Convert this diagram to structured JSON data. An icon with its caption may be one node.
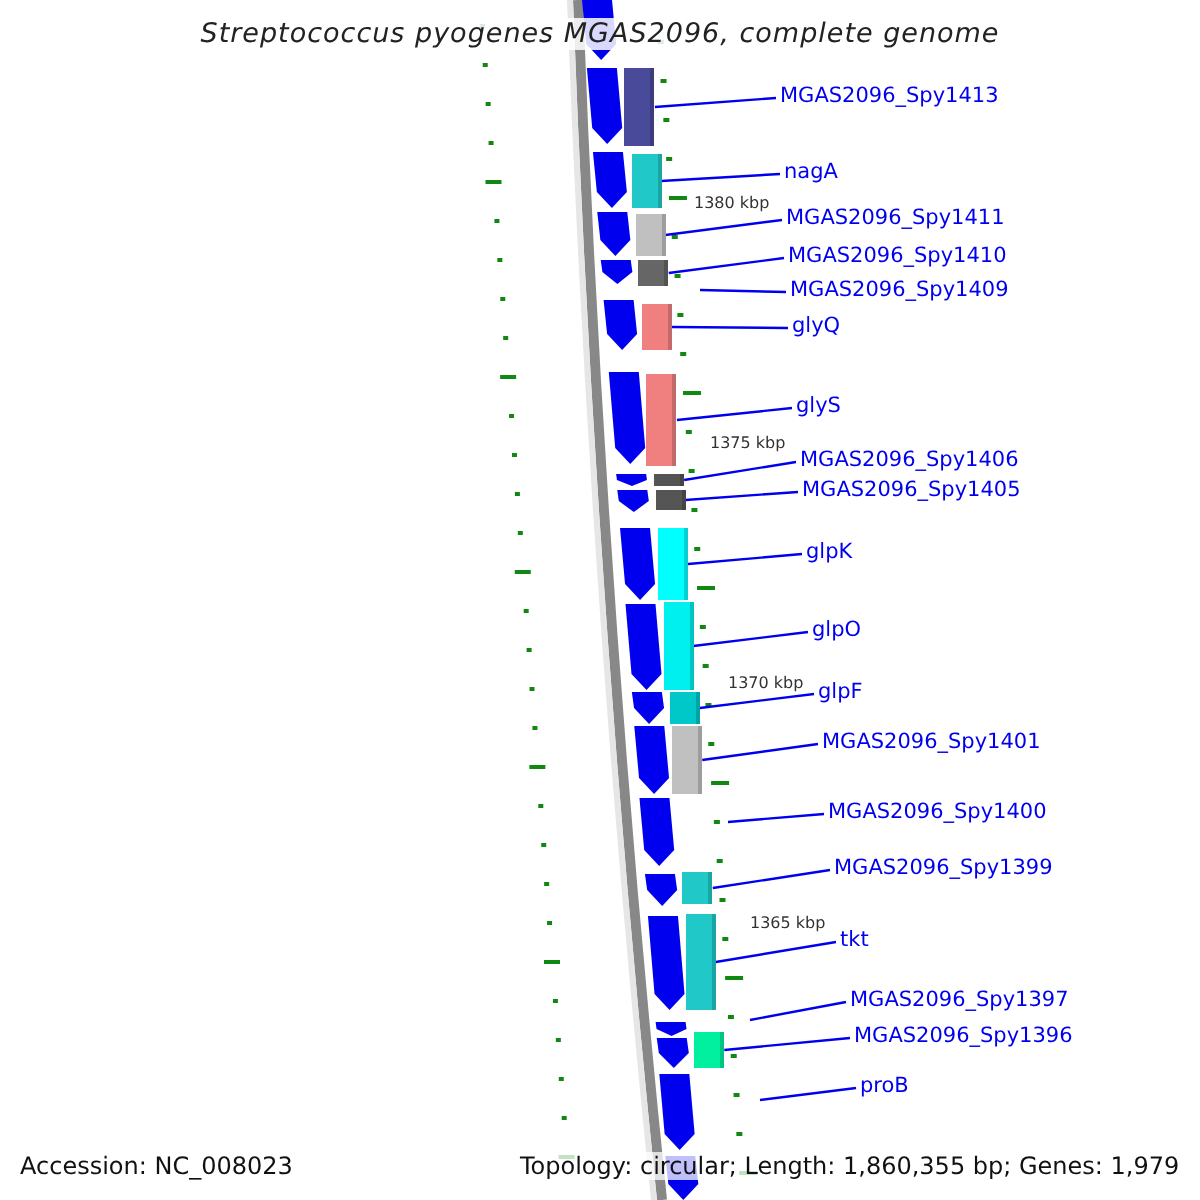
{
  "diagram": {
    "title": "Streptococcus pyogenes MGAS2096, complete genome",
    "nodes": [
      {
        "text": [
          "MGAS2096_Spy1413"
        ]
      },
      {
        "text": [],
        "shape": "bar"
      },
      {
        "text": [
          "nagA"
        ]
      },
      {
        "text": [],
        "shape": "bar"
      },
      {
        "text": [
          "MGAS2096_Spy1411"
        ]
      },
      {
        "text": [],
        "shape": "bar"
      },
      {
        "text": [
          "MGAS2096_Spy1410"
        ]
      },
      {
        "text": [],
        "shape": "bar"
      },
      {
        "text": [
          "MGAS2096_Spy1409"
        ]
      },
      {
        "text": [
          "glyQ"
        ]
      },
      {
        "text": [],
        "shape": "bar"
      },
      {
        "text": [
          "glyS"
        ]
      },
      {
        "text": [],
        "shape": "bar"
      },
      {
        "text": [
          "MGAS2096_Spy1406"
        ]
      },
      {
        "text": [],
        "shape": "bar"
      },
      {
        "text": [
          "MGAS2096_Spy1405"
        ]
      },
      {
        "text": [],
        "shape": "bar"
      },
      {
        "text": [
          "glpK"
        ]
      },
      {
        "text": [],
        "shape": "bar"
      },
      {
        "text": [
          "glpO"
        ]
      },
      {
        "text": [],
        "shape": "bar"
      },
      {
        "text": [
          "glpF"
        ]
      },
      {
        "text": [],
        "shape": "bar"
      },
      {
        "text": [
          "MGAS2096_Spy1401"
        ]
      },
      {
        "text": [],
        "shape": "bar"
      },
      {
        "text": [
          "MGAS2096_Spy1400"
        ]
      },
      {
        "text": [
          "MGAS2096_Spy1399"
        ]
      },
      {
        "text": [],
        "shape": "bar"
      },
      {
        "text": [
          "tkt"
        ]
      },
      {
        "text": [],
        "shape": "bar"
      },
      {
        "text": [
          "MGAS2096_Spy1397"
        ]
      },
      {
        "text": [
          "MGAS2096_Spy1396"
        ]
      },
      {
        "text": [],
        "shape": "bar"
      },
      {
        "text": [
          "proB"
        ]
      }
    ],
    "edges": [
      {
        "from": 0,
        "to": 1,
        "arrow": "none"
      },
      {
        "from": 2,
        "to": 3,
        "arrow": "none"
      },
      {
        "from": 4,
        "to": 5,
        "arrow": "none"
      },
      {
        "from": 6,
        "to": 7,
        "arrow": "none"
      },
      {
        "from": 8,
        "to": null,
        "arrow": "none"
      },
      {
        "from": 9,
        "to": 10,
        "arrow": "none"
      },
      {
        "from": 11,
        "to": 12,
        "arrow": "none"
      },
      {
        "from": 13,
        "to": 14,
        "arrow": "none"
      },
      {
        "from": 15,
        "to": 16,
        "arrow": "none"
      },
      {
        "from": 17,
        "to": 18,
        "arrow": "none"
      },
      {
        "from": 19,
        "to": 20,
        "arrow": "none"
      },
      {
        "from": 21,
        "to": 22,
        "arrow": "none"
      },
      {
        "from": 23,
        "to": 24,
        "arrow": "none"
      },
      {
        "from": 25,
        "to": null,
        "arrow": "none"
      },
      {
        "from": 26,
        "to": 27,
        "arrow": "none"
      },
      {
        "from": 28,
        "to": 29,
        "arrow": "none"
      },
      {
        "from": 30,
        "to": null,
        "arrow": "none"
      },
      {
        "from": 31,
        "to": 32,
        "arrow": "none"
      },
      {
        "from": 33,
        "to": null,
        "arrow": "none"
      }
    ],
    "labels": [
      "1380 kbp",
      "1375 kbp",
      "1370 kbp",
      "1365 kbp",
      "Accession: NC_008023",
      "Topology: circular; Length: 1,860,355 bp; Genes: 1,979"
    ]
  }
}
